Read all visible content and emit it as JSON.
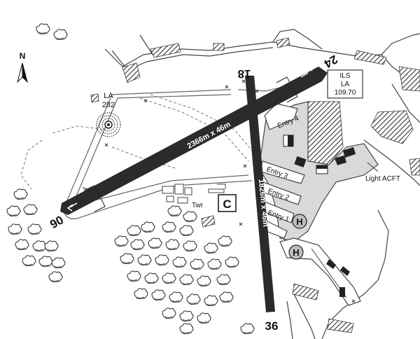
{
  "map": {
    "north_label": "N",
    "ndb": {
      "ident": "LA",
      "freq": "282"
    },
    "ils": {
      "line1": "ILS",
      "line2": "LA",
      "freq": "109.70"
    },
    "runways": {
      "main": {
        "end_a": "24",
        "end_b": "06",
        "dimensions": "2366m x 46m"
      },
      "cross": {
        "end_a": "18",
        "end_b": "36",
        "dimensions": "1826m x 46m"
      }
    },
    "labels": {
      "entry1": "Entry 1",
      "entry2": "Entry 2",
      "entry3": "Entry 3",
      "entry4": "Entry 4",
      "tower": "Twr",
      "compass": "C",
      "light_acft": "Light ACFT",
      "helipad": "H"
    },
    "colors": {
      "runway": "#2b2b2b",
      "apron": "#d9d9d9",
      "line": "#444444"
    }
  }
}
